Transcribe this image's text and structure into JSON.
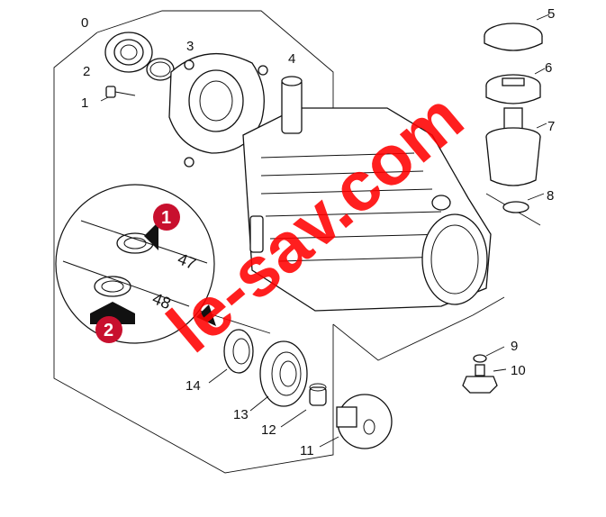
{
  "callouts": {
    "c0": "0",
    "c1": "1",
    "c2": "2",
    "c3": "3",
    "c4": "4",
    "c5": "5",
    "c6": "6",
    "c7": "7",
    "c8": "8",
    "c9": "9",
    "c10": "10",
    "c11": "11",
    "c12": "12",
    "c13": "13",
    "c14": "14"
  },
  "detail": {
    "dim_top": "47",
    "dim_bottom": "48",
    "badge_1": "1",
    "badge_2": "2"
  },
  "watermark": "le-sav.com",
  "colors": {
    "line": "#111111",
    "badge": "#c8102e",
    "watermark": "#ff0000"
  }
}
